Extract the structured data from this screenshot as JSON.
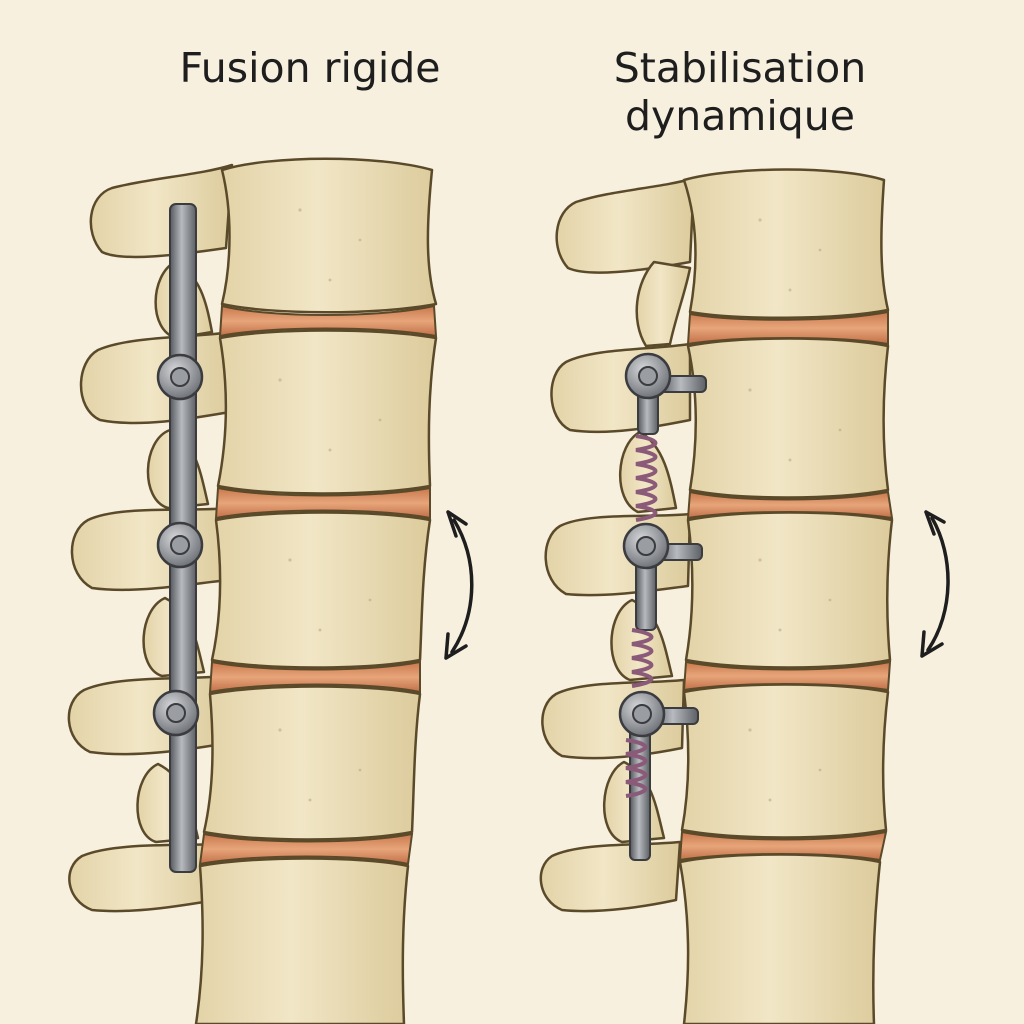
{
  "panels": [
    {
      "title_lines": [
        "Fusion rigide"
      ]
    },
    {
      "title_lines": [
        "Stabilisation",
        "dynamique"
      ]
    }
  ],
  "colors": {
    "background": "#f7f0df",
    "bone": "#ece0bd",
    "bone_outline": "#5a4a2a",
    "disc": "#d8956a",
    "rod": "#8e9196",
    "spring": "#8a5a78",
    "arrow": "#1e1e1e"
  },
  "icons": [
    "motion-arrow-icon",
    "pedicle-screw-icon",
    "dynamic-spring-icon"
  ]
}
